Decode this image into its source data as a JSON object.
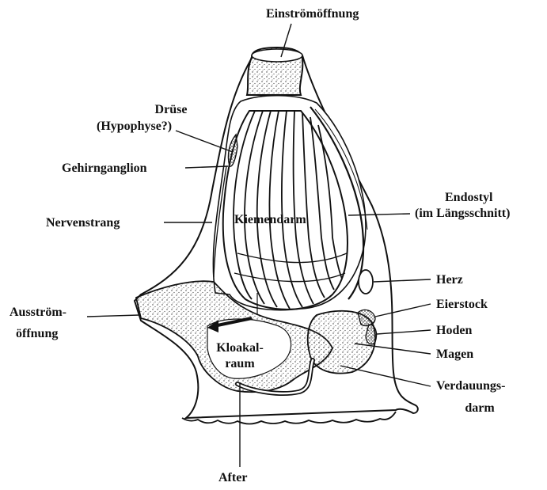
{
  "labels": {
    "einstroem": "Einströmöffnung",
    "druese_1": "Drüse",
    "druese_2": "(Hypophyse?)",
    "gehirn": "Gehirnganglion",
    "nerven": "Nervenstrang",
    "kiemendarm": "Kiemendarm",
    "endostyl_1": "Endostyl",
    "endostyl_2": "(im Längsschnitt)",
    "herz": "Herz",
    "eierstock": "Eierstock",
    "hoden": "Hoden",
    "magen": "Magen",
    "verdauung_1": "Verdauungs-",
    "verdauung_2": "darm",
    "ausstroem_1": "Ausström-",
    "ausstroem_2": "öffnung",
    "kloak_1": "Kloakal-",
    "kloak_2": "raum",
    "after": "After"
  }
}
